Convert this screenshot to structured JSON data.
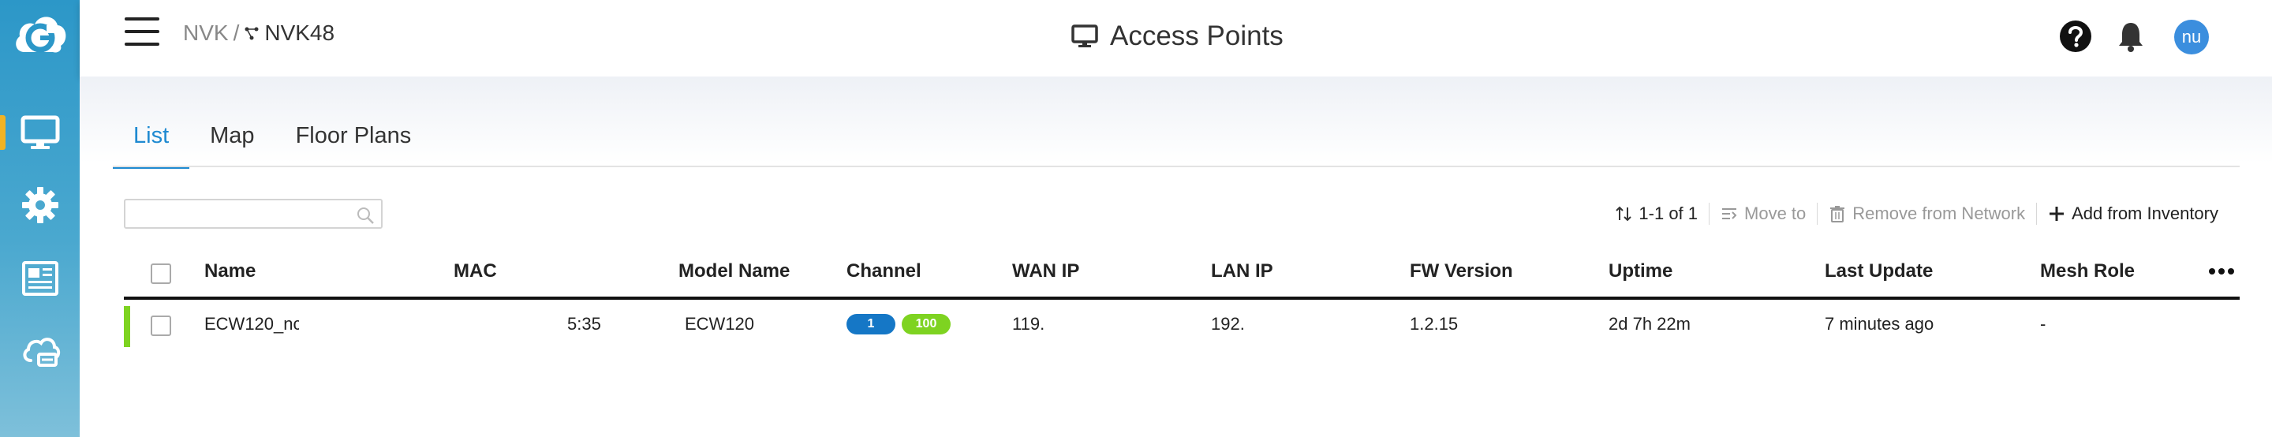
{
  "app": {
    "accent_color": "#1f8ad1",
    "brand_color": "#2c97c8"
  },
  "sidebar": {
    "logo_icon": "cloud-g-logo",
    "items": [
      {
        "icon": "monitor-icon",
        "active": true
      },
      {
        "icon": "gear-icon",
        "active": false
      },
      {
        "icon": "newspaper-icon",
        "active": false
      },
      {
        "icon": "cloud-sync-icon",
        "active": false
      }
    ]
  },
  "header": {
    "breadcrumb": {
      "parent": "NVK",
      "separator": "/",
      "current": "NVK48"
    },
    "title": "Access Points",
    "avatar_initials": "nu"
  },
  "tabs": [
    {
      "label": "List",
      "active": true
    },
    {
      "label": "Map",
      "active": false
    },
    {
      "label": "Floor Plans",
      "active": false
    }
  ],
  "search": {
    "placeholder": "",
    "value": ""
  },
  "toolbar": {
    "pagination": "1-1 of 1",
    "move_to": "Move to",
    "remove": "Remove from Network",
    "add": "Add from Inventory"
  },
  "table": {
    "columns": {
      "name": "Name",
      "mac": "MAC",
      "model": "Model Name",
      "channel": "Channel",
      "wan_ip": "WAN IP",
      "lan_ip": "LAN IP",
      "fw": "FW Version",
      "uptime": "Uptime",
      "last_update": "Last Update",
      "mesh_role": "Mesh Role"
    },
    "rows": [
      {
        "status_color": "#7ed321",
        "name": "ECW120_nc",
        "mac": "5:35",
        "model": "ECW120",
        "channel_24": "1",
        "channel_5": "100",
        "wan_ip": "119.",
        "lan_ip": "192.",
        "fw": "1.2.15",
        "uptime": "2d 7h 22m",
        "last_update": "7 minutes ago",
        "mesh_role": "-"
      }
    ]
  }
}
